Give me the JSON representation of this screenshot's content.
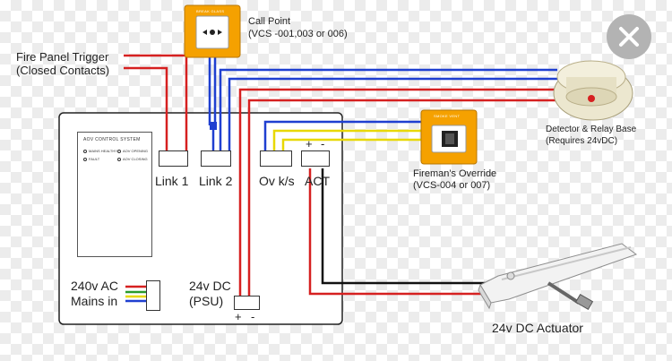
{
  "labels": {
    "fire_panel_line1": "Fire Panel Trigger",
    "fire_panel_line2": "(Closed Contacts)",
    "call_point_line1": "Call Point",
    "call_point_line2": "(VCS -001,003 or 006)",
    "call_point_sign": "BREAK GLASS",
    "detector_line1": "Detector & Relay Base",
    "detector_line2": "(Requires 24vDC)",
    "override_line1": "Fireman's Override",
    "override_line2": "(VCS-004 or 007)",
    "override_sign": "SMOKE VENT",
    "actuator": "24v DC Actuator",
    "link1": "Link 1",
    "link2": "Link 2",
    "ovks": "Ov k/s",
    "act": "ACT",
    "act_plus": "+",
    "act_minus": "-",
    "mains_line1": "240v AC",
    "mains_line2": "Mains in",
    "psu_line1": "24v DC",
    "psu_line2": "(PSU)",
    "psu_plus": "+",
    "psu_minus": "-"
  },
  "aov_panel": {
    "title": "AOV CONTROL SYSTEM",
    "indicators": [
      "MAINS HEALTHY",
      "AOV OPENING",
      "FAULT",
      "AOV CLOSING"
    ]
  },
  "icons": {
    "close": "close-icon",
    "call_point": "call-point-icon",
    "detector": "smoke-detector-icon",
    "override": "override-switch-icon",
    "actuator": "linear-actuator-icon"
  },
  "colors": {
    "red_wire": "#d62020",
    "blue_wire": "#1f3fd0",
    "yellow_wire": "#e8d800",
    "black_wire": "#111111",
    "green_wire": "#2a9a2a",
    "amber": "#f5a100"
  }
}
